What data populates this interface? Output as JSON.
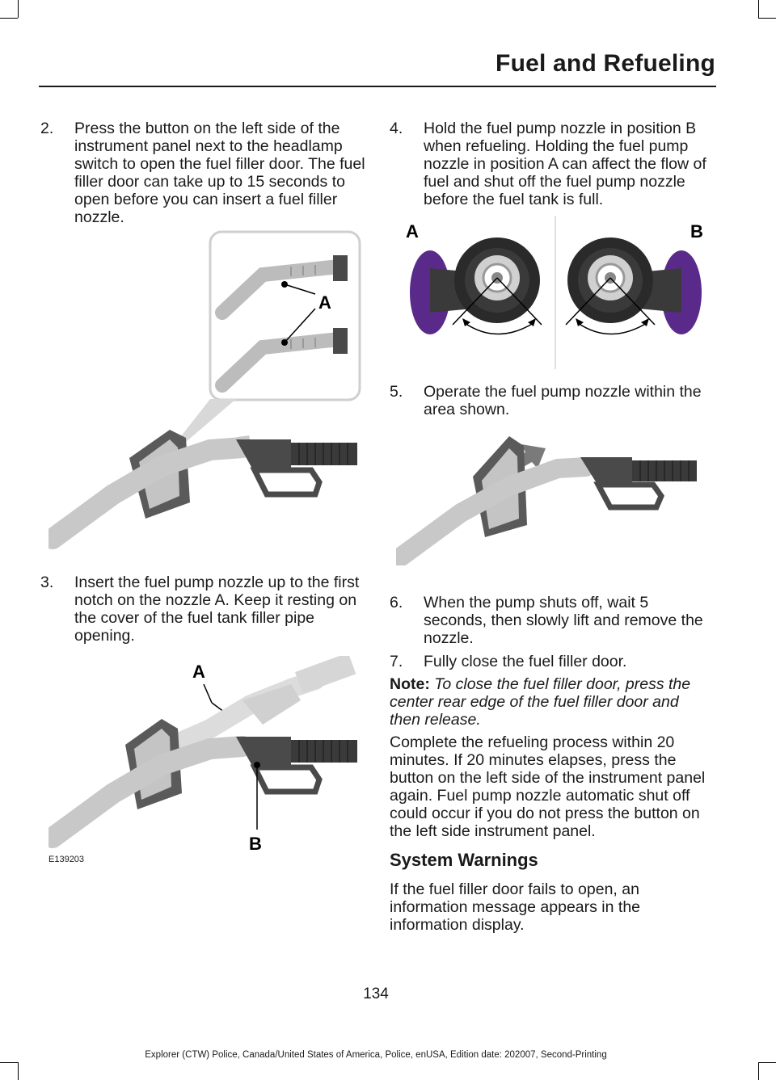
{
  "header": {
    "title": "Fuel and Refueling"
  },
  "steps_left": [
    {
      "num": "2.",
      "text": "Press the button on the left side of the instrument panel next to the headlamp switch to open the fuel filler door. The fuel filler door can take up to 15 seconds to open before you can insert a fuel filler nozzle."
    },
    {
      "num": "3.",
      "text": "Insert the fuel pump nozzle up to the first notch on the nozzle A.  Keep it resting on the cover of the fuel tank filler pipe opening."
    }
  ],
  "steps_right": [
    {
      "num": "4.",
      "text": "Hold the fuel pump nozzle in position B when refueling.  Holding the fuel pump nozzle in position A can affect the flow of fuel and shut off the fuel pump nozzle before the fuel tank is full."
    },
    {
      "num": "5.",
      "text": "Operate the fuel pump nozzle within the area shown."
    },
    {
      "num": "6.",
      "text": "When the pump shuts off, wait 5 seconds, then slowly lift and remove the nozzle."
    },
    {
      "num": "7.",
      "text": "Fully close the fuel filler door."
    }
  ],
  "note": {
    "label": "Note:",
    "text": "To close the fuel filler door, press the center rear edge of the fuel filler door and then release."
  },
  "paragraph": "Complete the refueling process within 20 minutes. If 20 minutes elapses, press the button on the left side of the instrument panel again.  Fuel pump nozzle automatic shut off could occur if you do not press the button on the left side instrument panel.",
  "section": {
    "title": "System Warnings",
    "text": "If the fuel filler door fails to open, an information message appears in the information display."
  },
  "figures": {
    "fig1_label_a": "A",
    "fig2_label_a": "A",
    "fig2_label_b": "B",
    "fig2_code": "E139203",
    "fig3_label_a": "A",
    "fig3_label_b": "B"
  },
  "page_number": "134",
  "footer": "Explorer (CTW) Police, Canada/United States of America, Police, enUSA, Edition date: 202007, Second-Printing",
  "colors": {
    "text": "#1a1a1a",
    "nozzle_gray": "#b8b8b8",
    "grip_dark": "#4a4a4a",
    "filler_purple": "#5a2a8a"
  }
}
